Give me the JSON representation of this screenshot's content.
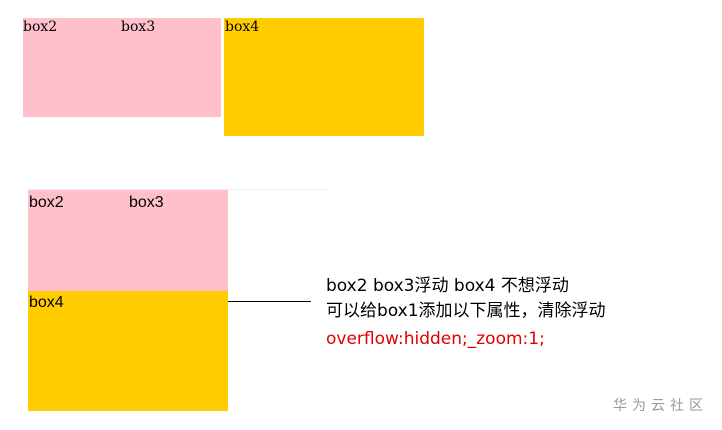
{
  "top_example": {
    "box2_label": "box2",
    "box3_label": "box3",
    "box4_label": "box4"
  },
  "bottom_example": {
    "box2_label": "box2",
    "box3_label": "box3",
    "box4_label": "box4"
  },
  "annotation": {
    "line1": " box2 box3浮动  box4 不想浮动",
    "line2": "可以给box1添加以下属性，清除浮动",
    "code": "overflow:hidden;_zoom:1;"
  },
  "watermark": "华为云社区",
  "colors": {
    "pink": "#ffc0cb",
    "yellow": "#ffcc00",
    "code_text": "#e00000"
  }
}
